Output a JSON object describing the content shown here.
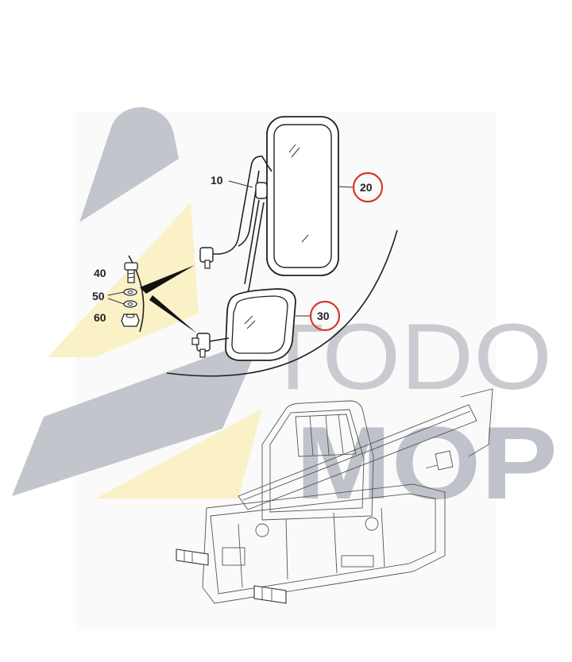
{
  "callouts": {
    "p10": "10",
    "p20": "20",
    "p30": "30",
    "p40": "40",
    "p50": "50",
    "p60": "60"
  },
  "highlighted_callouts": [
    "20",
    "30"
  ],
  "watermark": {
    "line1": "TODO",
    "line2": "MOP"
  },
  "colors": {
    "highlight_ring": "#d9342b",
    "watermark_gray": "#c3c5cc",
    "watermark_yellow": "#fbf1c7",
    "line": "#222222"
  }
}
